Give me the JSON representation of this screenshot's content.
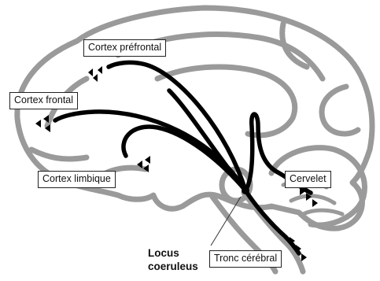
{
  "diagram": {
    "labels": {
      "prefrontal": "Cortex préfrontal",
      "frontal": "Cortex frontal",
      "limbic": "Cortex limbique",
      "cerebellum": "Cervelet",
      "brainstem": "Tronc cérébral",
      "locus_line1": "Locus",
      "locus_line2": "coeruleus"
    },
    "colors": {
      "brain_outline": "#9a9a9a",
      "pathway": "#000000",
      "label_border": "#222222"
    },
    "icons": [
      "arrowhead-cluster-icon"
    ]
  }
}
